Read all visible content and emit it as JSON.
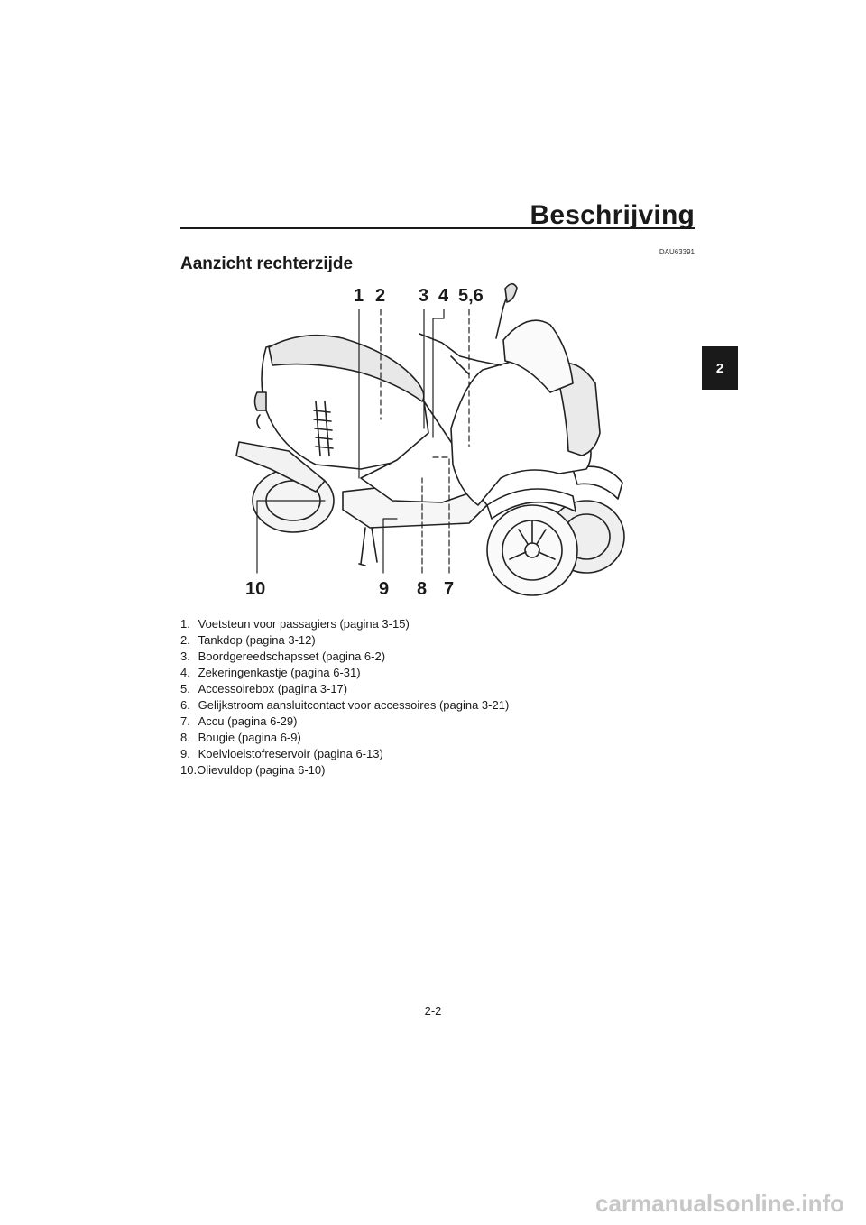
{
  "header": {
    "title": "Beschrijving",
    "chapter_tab": "2"
  },
  "section": {
    "code": "DAU63391",
    "heading": "Aanzicht rechterzijde"
  },
  "figure": {
    "callouts_top": [
      "1",
      "2",
      "3",
      "4",
      "5,6"
    ],
    "callouts_bottom": [
      "10",
      "9",
      "8",
      "7"
    ]
  },
  "parts": [
    {
      "num": "1.",
      "text": "Voetsteun voor passagiers (pagina 3-15)"
    },
    {
      "num": "2.",
      "text": "Tankdop (pagina 3-12)"
    },
    {
      "num": "3.",
      "text": "Boordgereedschapsset (pagina 6-2)"
    },
    {
      "num": "4.",
      "text": "Zekeringenkastje (pagina 6-31)"
    },
    {
      "num": "5.",
      "text": "Accessoirebox (pagina 3-17)"
    },
    {
      "num": "6.",
      "text": "Gelijkstroom aansluitcontact voor accessoires (pagina 3-21)"
    },
    {
      "num": "7.",
      "text": "Accu (pagina 6-29)"
    },
    {
      "num": "8.",
      "text": "Bougie (pagina 6-9)"
    },
    {
      "num": "9.",
      "text": "Koelvloeistofreservoir (pagina 6-13)"
    },
    {
      "num": "10.",
      "text": "Olievuldop (pagina 6-10)"
    }
  ],
  "footer": {
    "page_number": "2-2",
    "watermark": "carmanualsonline.info"
  }
}
